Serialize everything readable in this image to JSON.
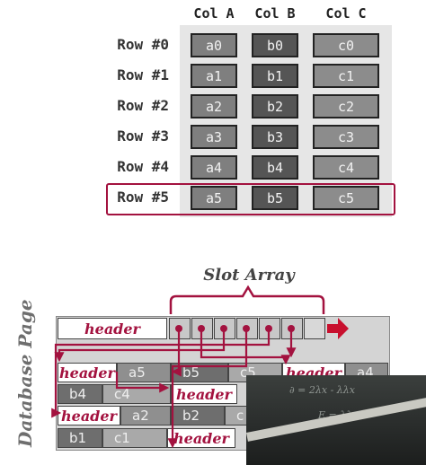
{
  "table": {
    "columns": [
      "Col A",
      "Col B",
      "Col C"
    ],
    "rows": [
      {
        "label": "Row #0",
        "a": "a0",
        "b": "b0",
        "c": "c0"
      },
      {
        "label": "Row #1",
        "a": "a1",
        "b": "b1",
        "c": "c1"
      },
      {
        "label": "Row #2",
        "a": "a2",
        "b": "b2",
        "c": "c2"
      },
      {
        "label": "Row #3",
        "a": "a3",
        "b": "b3",
        "c": "c3"
      },
      {
        "label": "Row #4",
        "a": "a4",
        "b": "b4",
        "c": "c4"
      },
      {
        "label": "Row #5",
        "a": "a5",
        "b": "b5",
        "c": "c5"
      }
    ],
    "highlighted_row": "Row #5"
  },
  "page": {
    "side_label": "Database Page",
    "slot_array_label": "Slot Array",
    "header_label": "header",
    "rows": [
      [
        "header",
        "a5",
        "b5",
        "c5",
        "header",
        "a4"
      ],
      [
        "b4",
        "c4",
        "header",
        "",
        "",
        ""
      ],
      [
        "header",
        "a2",
        "b2",
        "c",
        "",
        ""
      ],
      [
        "b1",
        "c1",
        "header",
        "",
        "",
        ""
      ]
    ]
  },
  "video_overlay": {
    "chalk_text": [
      "∂ = 2λx - λλx",
      "E = λλx²"
    ]
  },
  "colors": {
    "accent": "#a3123f",
    "table_bg": "#e6e6e6",
    "col_a": "#7f7f7f",
    "col_b": "#555555",
    "col_c": "#8c8c8c"
  }
}
